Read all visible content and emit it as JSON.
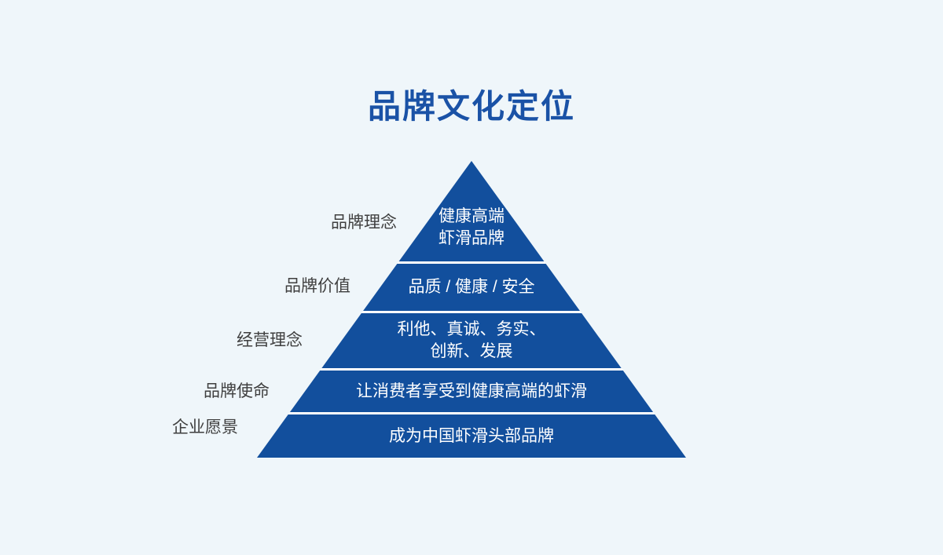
{
  "title": "品牌文化定位",
  "colors": {
    "background": "#EFF6FA",
    "pyramid_blue": "#124F9D",
    "title_blue": "#1A52A6",
    "label_text": "#3F3F3F",
    "divider": "#FFFFFF",
    "band_text": "#FFFFFF"
  },
  "pyramid": {
    "levels": [
      {
        "label": "品牌理念",
        "lines": [
          "健康高端",
          "虾滑品牌"
        ]
      },
      {
        "label": "品牌价值",
        "lines": [
          "品质 / 健康 / 安全"
        ]
      },
      {
        "label": "经营理念",
        "lines": [
          "利他、真诚、务实、",
          "创新、发展"
        ]
      },
      {
        "label": "品牌使命",
        "lines": [
          "让消费者享受到健康高端的虾滑"
        ]
      },
      {
        "label": "企业愿景",
        "lines": [
          "成为中国虾滑头部品牌"
        ]
      }
    ]
  }
}
